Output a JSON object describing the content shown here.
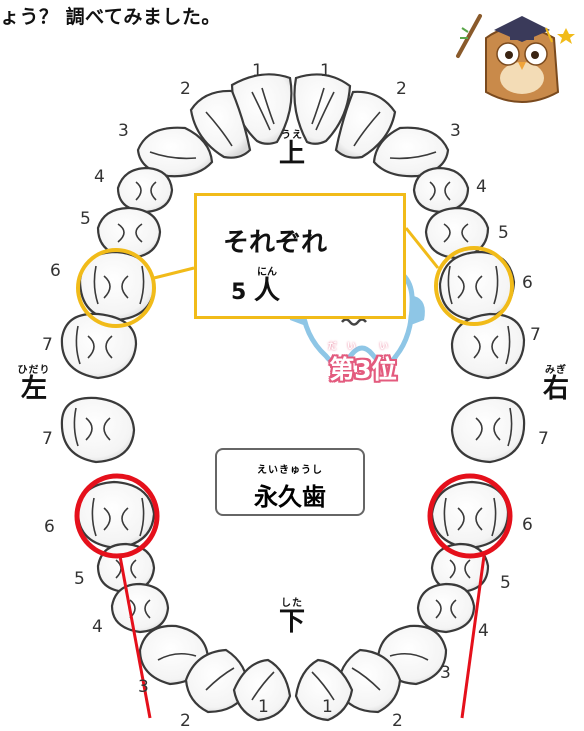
{
  "heading": "ょう？ 調べてみました。",
  "labels": {
    "upper_ruby": "うえ",
    "upper": "上",
    "lower_ruby": "した",
    "lower": "下",
    "left_ruby": "ひだり",
    "left": "左",
    "right_ruby": "みぎ",
    "right": "右"
  },
  "info_box": {
    "phrase": "それぞれ",
    "count_number": "5",
    "count_kanji": "人",
    "count_ruby": "にん"
  },
  "rank_badge": {
    "text": "第3位",
    "ruby_left": "だい",
    "ruby_right": "い"
  },
  "permanent_teeth": {
    "ruby": "えいきゅうし",
    "label": "永久歯"
  },
  "tooth_numbers": {
    "upper_left": [
      "1",
      "2",
      "3",
      "4",
      "5",
      "6",
      "7"
    ],
    "upper_right": [
      "1",
      "2",
      "3",
      "4",
      "5",
      "6",
      "7"
    ],
    "lower_left": [
      "1",
      "2",
      "3",
      "4",
      "5",
      "6",
      "7"
    ],
    "lower_right": [
      "1",
      "2",
      "3",
      "4",
      "5",
      "6",
      "7"
    ]
  },
  "colors": {
    "highlight_upper": "#f1bb19",
    "highlight_lower": "#e5101b",
    "pointer_line": "#e5101b",
    "tooth_outline": "#3a3a3a",
    "tooth_fill": "#ffffff",
    "badge_blue": "#8ec6e6",
    "badge_pink": "#e35b7e"
  },
  "icons": [
    "owl-professor-icon",
    "sad-tooth-character-icon"
  ]
}
